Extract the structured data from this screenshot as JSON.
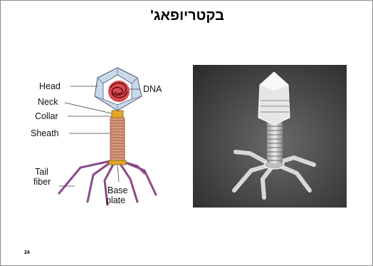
{
  "slide": {
    "title": "בקטריופאג'",
    "page_number": "24"
  },
  "diagram": {
    "labels": {
      "head": "Head",
      "neck": "Neck",
      "collar": "Collar",
      "sheath": "Sheath",
      "tail_fiber_line1": "Tail",
      "tail_fiber_line2": "fiber",
      "dna": "DNA",
      "base_plate_line1": "Base",
      "base_plate_line2": "plate"
    },
    "colors": {
      "capsid": "#c9d8ea",
      "dna": "#b0202a",
      "sheath": "#d99a7e",
      "collar": "#e0a72a",
      "fibers": "#8a4a8a"
    }
  },
  "photo": {
    "icon": "bacteriophage-micrograph"
  }
}
